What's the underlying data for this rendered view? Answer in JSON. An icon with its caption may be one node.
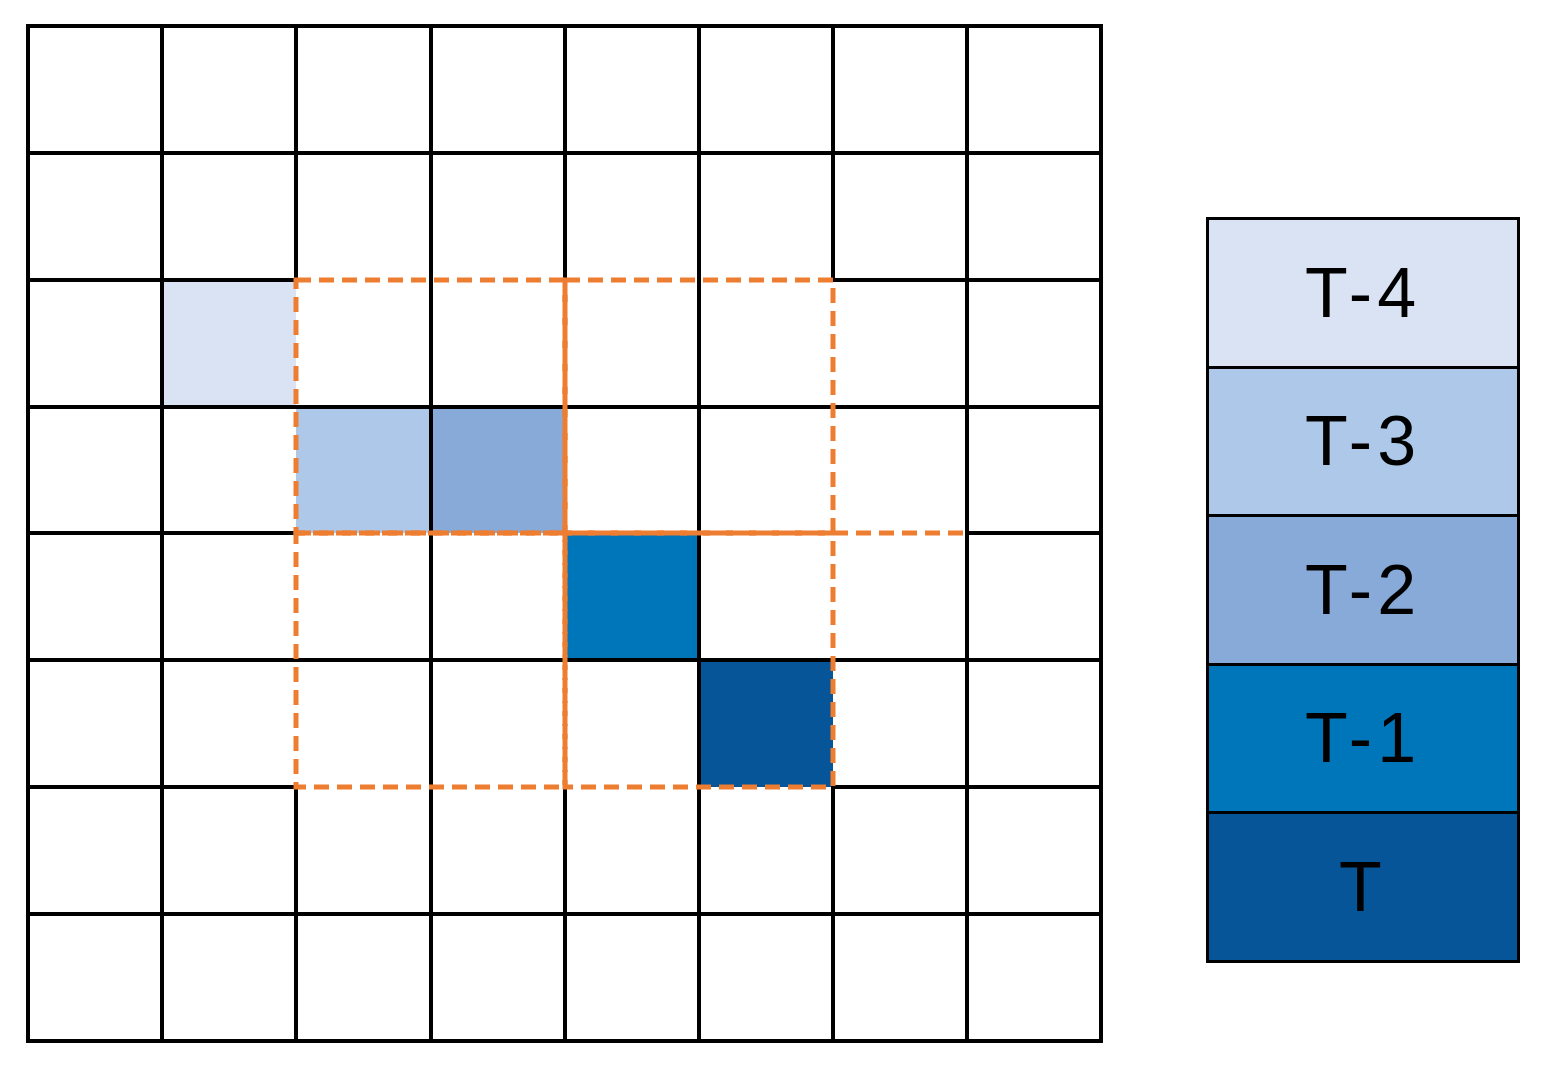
{
  "diagram": {
    "legend": [
      {
        "text": "T-4",
        "color": "#dae3f3"
      },
      {
        "text": "T-3",
        "color": "#adc8e8"
      },
      {
        "text": "T-2",
        "color": "#87aad8"
      },
      {
        "text": "T-1",
        "color": "#0076ba"
      },
      {
        "text": "T",
        "color": "#065599"
      }
    ]
  }
}
